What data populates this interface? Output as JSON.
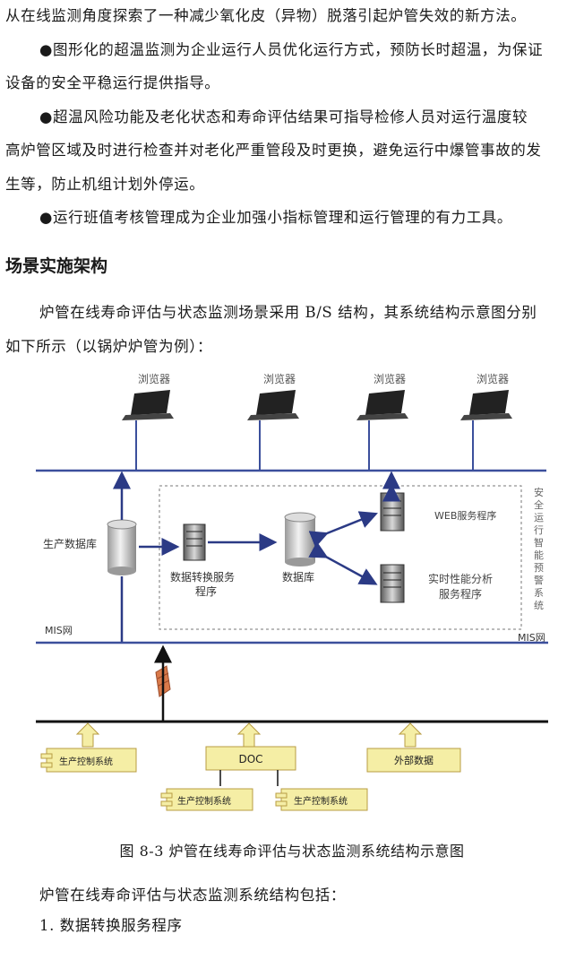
{
  "paragraphs": [
    "从在线监测角度探索了一种减少氧化皮（异物）脱落引起炉管失效的新方法。",
    "●图形化的超温监测为企业运行人员优化运行方式，预防长时超温，为保证",
    "设备的安全平稳运行提供指导。",
    "●超温风险功能及老化状态和寿命评估结果可指导检修人员对运行温度较",
    "高炉管区域及时进行检查并对老化严重管段及时更换，避免运行中爆管事故的发",
    "生等，防止机组计划外停运。",
    "●运行班值考核管理成为企业加强小指标管理和运行管理的有力工具。"
  ],
  "section_title": "场景实施架构",
  "intro": [
    "炉管在线寿命评估与状态监测场景采用 B/S 结构，其系统结构示意图分别",
    "如下所示（以锅炉炉管为例）："
  ],
  "diagram": {
    "browser_label": "浏览器",
    "production_db": "生产数据库",
    "conversion_program": [
      "数据转换服务",
      "程序"
    ],
    "database": "数据库",
    "web_program": "WEB服务程序",
    "realtime_analysis": [
      "实时性能分析",
      "服务程序"
    ],
    "side_label": [
      "安",
      "全",
      "运",
      "行",
      "智",
      "能",
      "预",
      "警",
      "系",
      "统"
    ],
    "mis_left": "MIS网",
    "mis_right": "MIS网",
    "control_system": "生产控制系统",
    "doc": "DOC",
    "external_data": "外部数据"
  },
  "caption": "图  8-3    炉管在线寿命评估与状态监测系统结构示意图",
  "after": [
    "炉管在线寿命评估与状态监测系统结构包括：",
    "1. 数据转换服务程序"
  ],
  "colors": {
    "network_line": "#3b4f9c",
    "box_fill": "#f5eea5",
    "box_border": "#b89c43",
    "firewall": "#d97a4a"
  }
}
